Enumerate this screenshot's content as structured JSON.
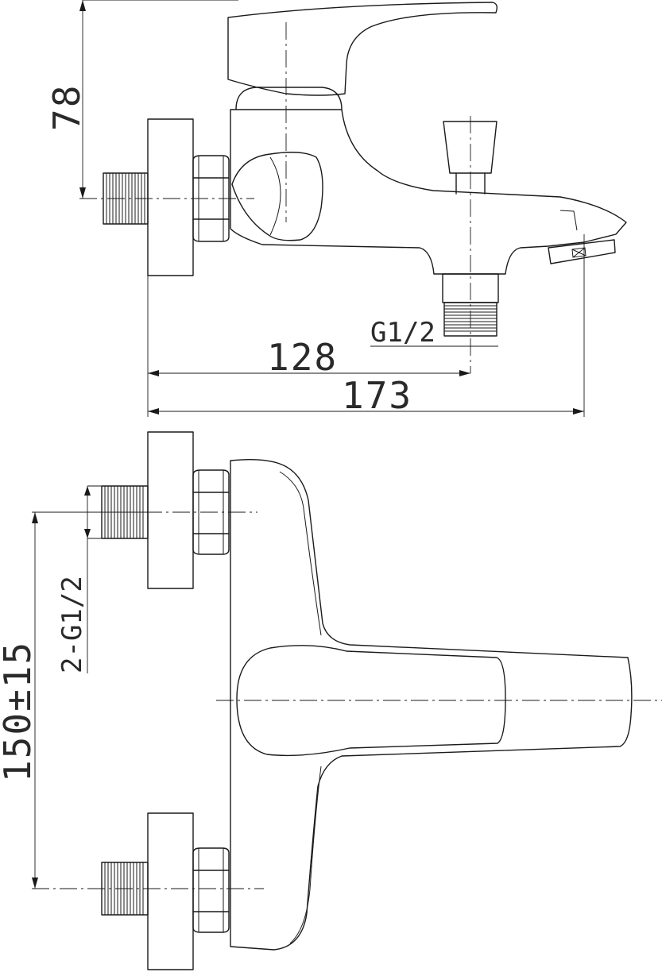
{
  "dimensions": {
    "height_78": "78",
    "length_128": "128",
    "length_173": "173",
    "outlet_thread": "G1/2",
    "inlet_threads": "2-G1/2",
    "center_distance": "150±15"
  }
}
